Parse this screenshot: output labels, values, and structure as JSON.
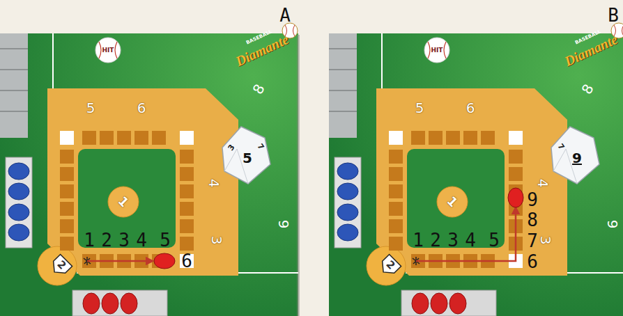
{
  "diagram": {
    "labels": [
      "A",
      "HIT",
      "BASEBALL",
      "Diamante",
      "5",
      "6",
      "8",
      "4",
      "3",
      "9",
      "2",
      "1",
      "3",
      "5",
      "7",
      "1",
      "2",
      "3",
      "4",
      "5",
      "6",
      "B",
      "HIT",
      "BASEBALL",
      "Diamante",
      "5",
      "6",
      "8",
      "4",
      "3",
      "9",
      "2",
      "1",
      "7",
      "9",
      "1",
      "2",
      "3",
      "4",
      "5",
      "6",
      "7",
      "8",
      "9"
    ]
  }
}
